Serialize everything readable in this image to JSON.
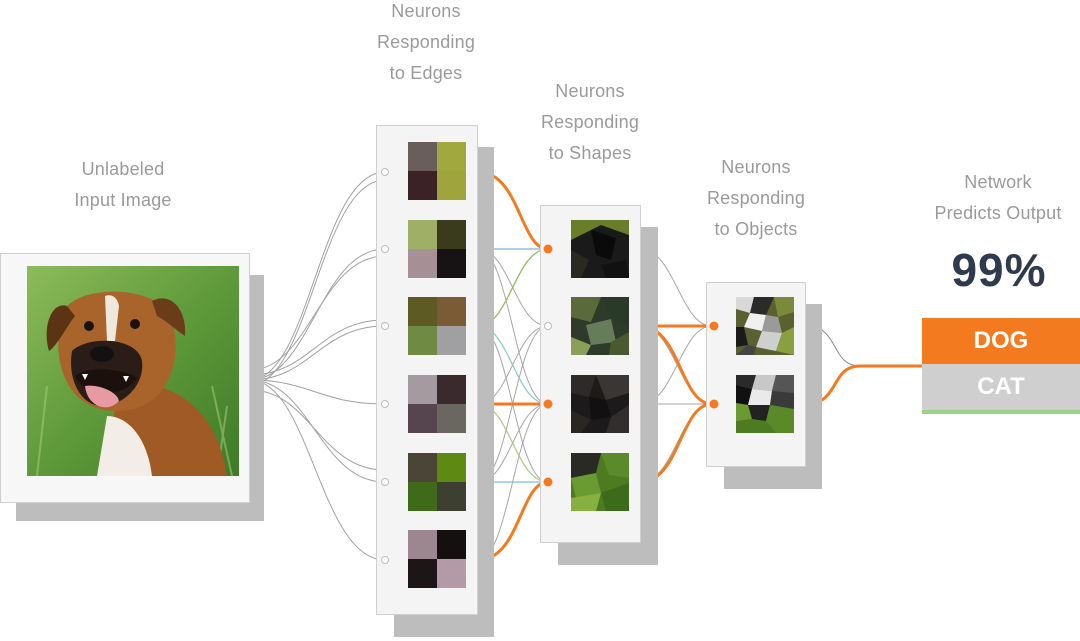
{
  "labels": {
    "input": [
      "Unlabeled",
      "Input Image"
    ],
    "edges": [
      "Neurons",
      "Responding",
      "to Edges"
    ],
    "shapes": [
      "Neurons",
      "Responding",
      "to Shapes"
    ],
    "objects": [
      "Neurons",
      "Responding",
      "to Objects"
    ],
    "output": [
      "Network",
      "Predicts Output"
    ]
  },
  "output": {
    "confidence": "99%",
    "classes": [
      "DOG",
      "CAT"
    ],
    "selected": "DOG"
  },
  "colors": {
    "accent": "#f47a20",
    "class_default": "#cfcfcf",
    "label_gray": "#9a9a9a",
    "percent": "#2e3a4e"
  },
  "input_image": "boxer-dog-photo",
  "layers": {
    "edges_neurons": 6,
    "shapes_neurons": 4,
    "objects_neurons": 2
  }
}
